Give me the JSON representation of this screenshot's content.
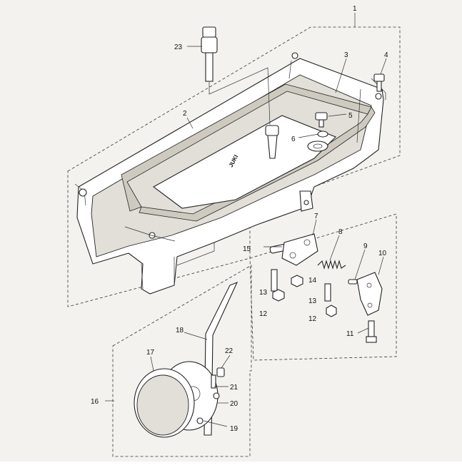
{
  "diagram": {
    "callouts": [
      {
        "id": "c1",
        "text": "1"
      },
      {
        "id": "c2",
        "text": "2"
      },
      {
        "id": "c3",
        "text": "3"
      },
      {
        "id": "c4",
        "text": "4"
      },
      {
        "id": "c5",
        "text": "5"
      },
      {
        "id": "c6",
        "text": "6"
      },
      {
        "id": "c7",
        "text": "7"
      },
      {
        "id": "c8",
        "text": "8"
      },
      {
        "id": "c9",
        "text": "9"
      },
      {
        "id": "c10",
        "text": "10"
      },
      {
        "id": "c11",
        "text": "11"
      },
      {
        "id": "c12a",
        "text": "12"
      },
      {
        "id": "c12b",
        "text": "12"
      },
      {
        "id": "c13a",
        "text": "13"
      },
      {
        "id": "c13b",
        "text": "13"
      },
      {
        "id": "c14",
        "text": "14"
      },
      {
        "id": "c15",
        "text": "15"
      },
      {
        "id": "c16",
        "text": "16"
      },
      {
        "id": "c17",
        "text": "17"
      },
      {
        "id": "c18",
        "text": "18"
      },
      {
        "id": "c19",
        "text": "19"
      },
      {
        "id": "c20",
        "text": "20"
      },
      {
        "id": "c21",
        "text": "21"
      },
      {
        "id": "c22",
        "text": "22"
      },
      {
        "id": "c23",
        "text": "23"
      }
    ],
    "pan_marking": "JUKI"
  }
}
